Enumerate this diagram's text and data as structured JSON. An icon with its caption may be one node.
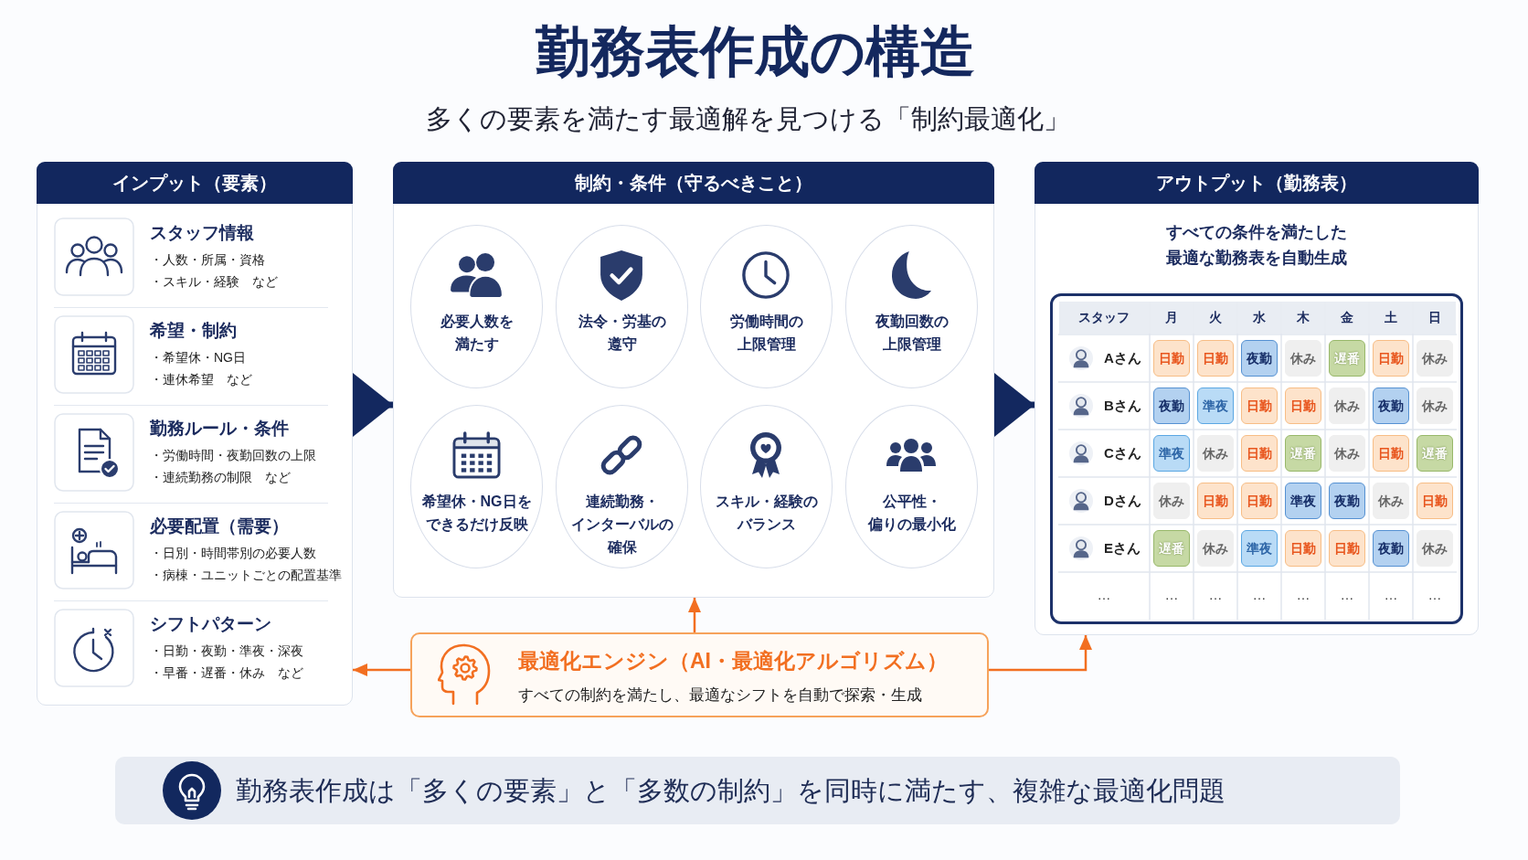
{
  "diagram": {
    "title": "勤務表作成の構造",
    "nodes": [
      {
        "text": [
          "インプット（要素）"
        ]
      },
      {
        "text": [
          "スタッフ情報",
          "・人数・所属・資格",
          "・スキル・経験　など"
        ],
        "in": 0
      },
      {
        "text": [
          "希望・制約",
          "・希望休・NG日",
          "・連休希望　など"
        ],
        "in": 0
      },
      {
        "text": [
          "勤務ルール・条件",
          "・労働時間・夜勤回数の上限",
          "・連続勤務の制限　など"
        ],
        "in": 0
      },
      {
        "text": [
          "必要配置（需要）",
          "・日別・時間帯別の必要人数",
          "・病棟・ユニットごとの配置基準"
        ],
        "in": 0
      },
      {
        "text": [
          "シフトパターン",
          "・日勤・夜勤・準夜・深夜",
          "・早番・遅番・休み　など"
        ],
        "in": 0
      },
      {
        "text": [
          "制約・条件（守るべきこと）"
        ]
      },
      {
        "text": [
          "必要人数を満たす"
        ],
        "in": 6
      },
      {
        "text": [
          "法令・労基の遵守"
        ],
        "in": 6
      },
      {
        "text": [
          "労働時間の上限管理"
        ],
        "in": 6
      },
      {
        "text": [
          "夜勤回数の上限管理"
        ],
        "in": 6
      },
      {
        "text": [
          "希望休・NG日をできるだけ反映"
        ],
        "in": 6
      },
      {
        "text": [
          "連続勤務・インターバルの確保"
        ],
        "in": 6
      },
      {
        "text": [
          "スキル・経験のバランス"
        ],
        "in": 6
      },
      {
        "text": [
          "公平性・偏りの最小化"
        ],
        "in": 6
      },
      {
        "text": [
          "アウトプット（勤務表）",
          "すべての条件を満たした最適な勤務表を自動生成"
        ]
      },
      {
        "text": [
          "最適化エンジン（AI・最適化アルゴリズム）",
          "すべての制約を満たし、最適なシフトを自動で探索・生成"
        ]
      },
      {
        "text": [
          "勤務表作成は「多くの要素」と「多数の制約」を同時に満たす、複雑な最適化問題"
        ]
      }
    ],
    "edges": [
      {
        "from": 0,
        "to": 6,
        "arrow": "to",
        "style": "thick",
        "color": "#13285f"
      },
      {
        "from": 6,
        "to": 15,
        "arrow": "to",
        "style": "thick",
        "color": "#13285f"
      },
      {
        "from": 16,
        "to": 6,
        "arrow": "to"
      },
      {
        "from": 16,
        "to": 0,
        "arrow": "to"
      },
      {
        "from": 16,
        "to": 15,
        "arrow": "to"
      }
    ],
    "labels": [
      "多くの要素を満たす最適解を見つける「制約最適化」",
      "スタッフ",
      "月",
      "火",
      "水",
      "木",
      "金",
      "土",
      "日",
      "Aさん",
      "日勤",
      "日勤",
      "夜勤",
      "休み",
      "遅番",
      "日勤",
      "休み",
      "Bさん",
      "夜勤",
      "準夜",
      "日勤",
      "日勤",
      "休み",
      "夜勤",
      "休み",
      "Cさん",
      "準夜",
      "休み",
      "日勤",
      "遅番",
      "休み",
      "日勤",
      "遅番",
      "Dさん",
      "休み",
      "日勤",
      "日勤",
      "準夜",
      "夜勤",
      "休み",
      "日勤",
      "Eさん",
      "遅番",
      "休み",
      "準夜",
      "日勤",
      "日勤",
      "夜勤",
      "休み",
      "…",
      "…",
      "…",
      "…",
      "…",
      "…",
      "…",
      "…"
    ]
  }
}
